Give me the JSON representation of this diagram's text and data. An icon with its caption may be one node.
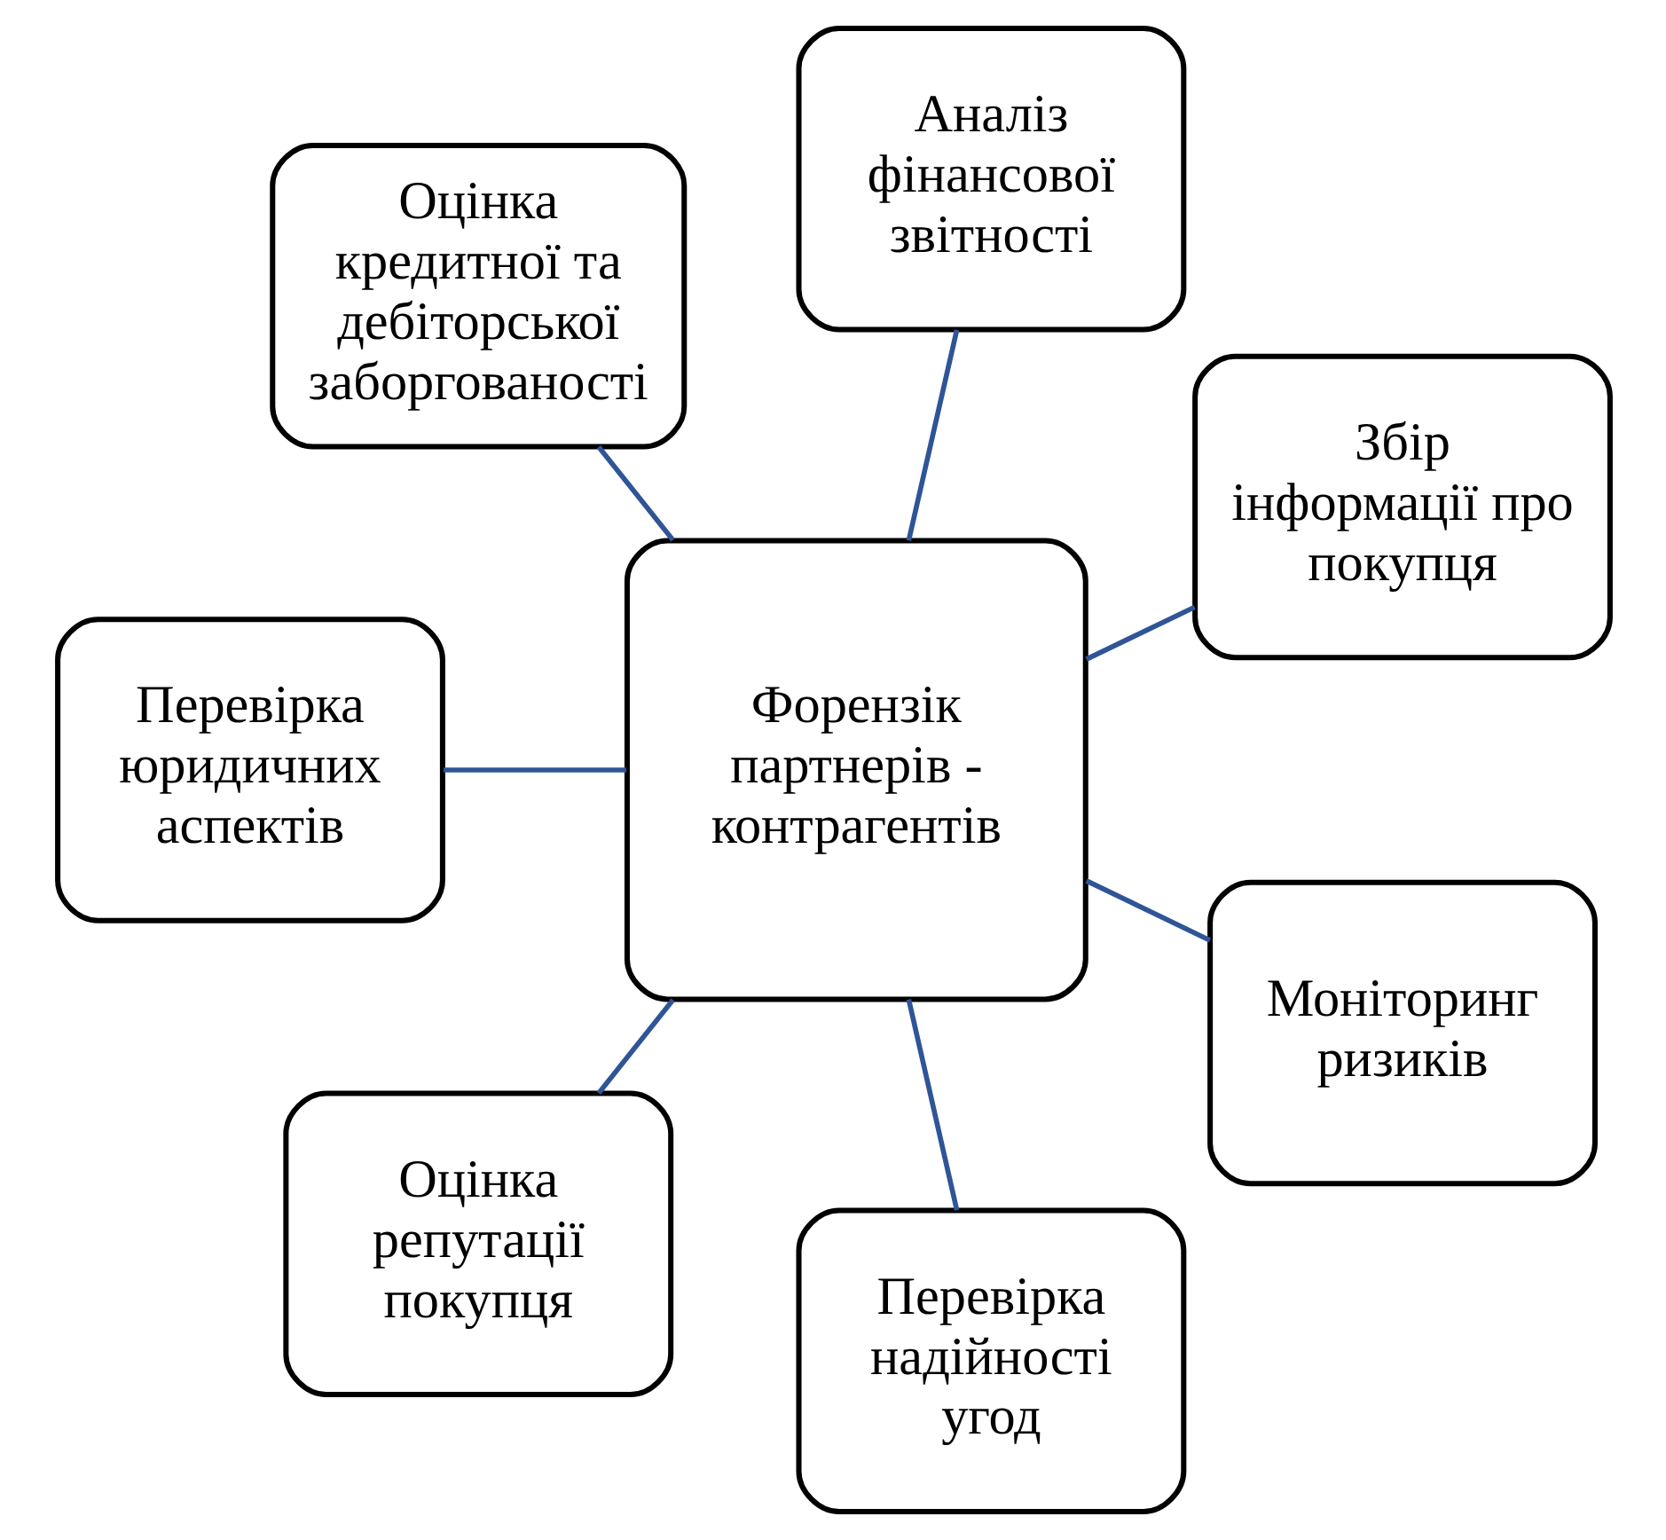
{
  "diagram": {
    "nodes": [
      {
        "text": [
          "Форензік партнерів - контрагентів"
        ]
      },
      {
        "text": [
          "Збір інформації про покупця"
        ]
      },
      {
        "text": [
          "Аналіз фінансової звітності"
        ]
      },
      {
        "text": [
          "Оцінка кредитної та дебіторської заборгованості"
        ]
      },
      {
        "text": [
          "Перевірка юридичних аспектів"
        ]
      },
      {
        "text": [
          "Оцінка репутації покупця"
        ]
      },
      {
        "text": [
          "Перевірка надійності угод"
        ]
      },
      {
        "text": [
          "Моніторинг ризиків"
        ]
      }
    ],
    "edges": [
      {
        "from": 0,
        "to": 1,
        "arrow": "none"
      },
      {
        "from": 0,
        "to": 2,
        "arrow": "none"
      },
      {
        "from": 0,
        "to": 3,
        "arrow": "none"
      },
      {
        "from": 0,
        "to": 4,
        "arrow": "none"
      },
      {
        "from": 0,
        "to": 5,
        "arrow": "none"
      },
      {
        "from": 0,
        "to": 6,
        "arrow": "none"
      },
      {
        "from": 0,
        "to": 7,
        "arrow": "none"
      }
    ]
  }
}
